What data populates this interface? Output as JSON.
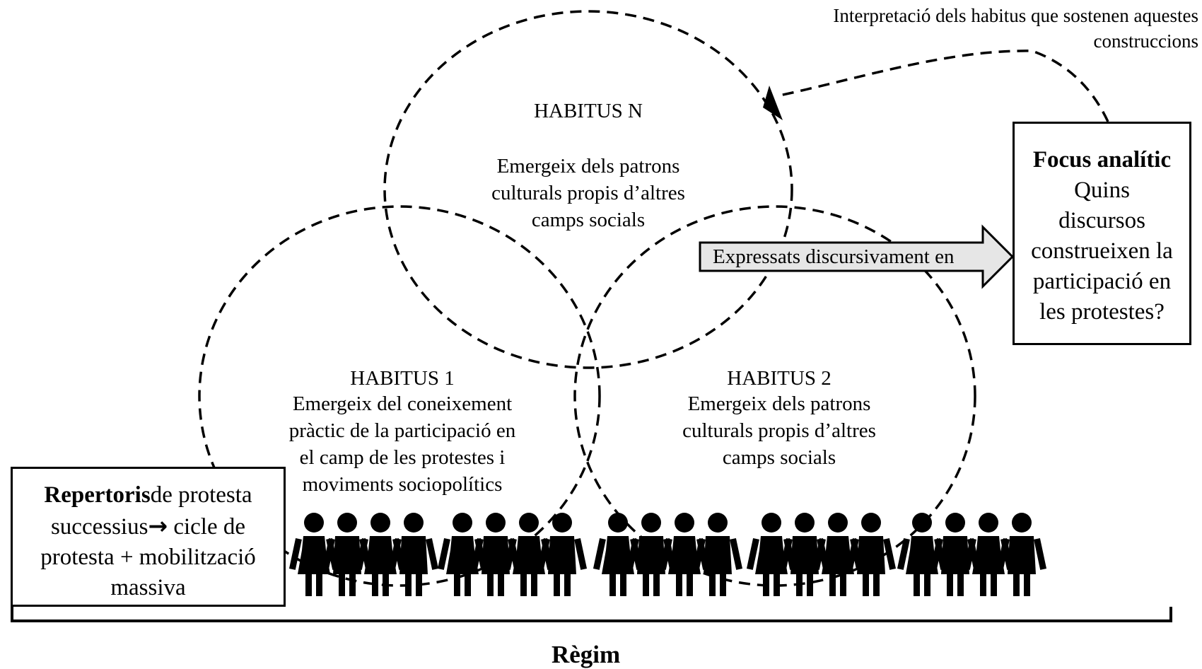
{
  "note": {
    "lines": [
      "Interpretació dels habitus que sostenen aquestes",
      "construccions"
    ]
  },
  "habitus_n": {
    "title": "HABITUS N",
    "lines": [
      "Emergeix dels patrons",
      "culturals propis d’altres",
      "camps socials"
    ]
  },
  "habitus_1": {
    "title": "HABITUS 1",
    "lines": [
      "Emergeix del coneixement",
      "pràctic de la participació en",
      "el camp de les protestes i",
      "moviments sociopolítics"
    ]
  },
  "habitus_2": {
    "title": "HABITUS 2",
    "lines": [
      "Emergeix dels patrons",
      "culturals propis d’altres",
      "camps socials"
    ]
  },
  "arrow": {
    "label": "Expressats discursivament en"
  },
  "focus_box": {
    "title": "Focus analític",
    "lines": [
      "Quins",
      "discursos",
      "construeixen la",
      "participació en",
      "les protestes?"
    ]
  },
  "repertoris_box": {
    "bold": "Repertoris",
    "first_rest": "de protesta",
    "second_a": "successius",
    "arrow_glyph": "→",
    "second_b": " cicle de",
    "third": "protesta + mobilització",
    "fourth": "massiva"
  },
  "crowd": {
    "groups": 5,
    "people_per_group": 4
  },
  "regim": {
    "label": "Règim"
  },
  "colors": {
    "stroke": "#000000",
    "arrow_fill": "#e6e6e6",
    "background": "#ffffff"
  }
}
